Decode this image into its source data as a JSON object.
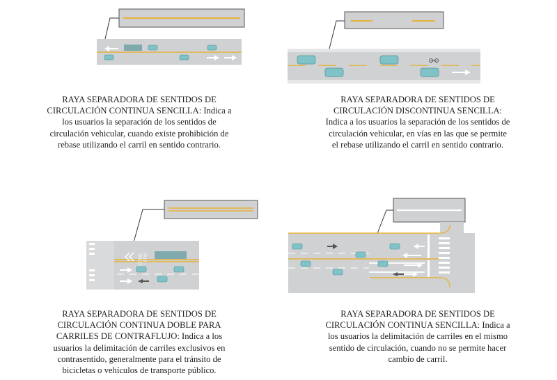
{
  "colors": {
    "road": "#cfd1d3",
    "road_dark": "#bfc2c4",
    "yellow_line": "#e7b33a",
    "white_line": "#ffffff",
    "car_body": "#7fc3c8",
    "bus_body": "#7fa9ac",
    "leader_line": "#333333",
    "text": "#222222"
  },
  "panels": [
    {
      "id": "continua-sencilla",
      "caption": [
        "RAYA SEPARADORA DE SENTIDOS DE",
        "CIRCULACIÓN CONTINUA SENCILLA: Indica a",
        "los usuarios la separación de los sentidos de",
        "circulación vehicular, cuando existe prohibición de",
        "rebase utilizando el carril en sentido contrario."
      ],
      "inset_marking": "single-solid-yellow"
    },
    {
      "id": "discontinua-sencilla",
      "caption": [
        "RAYA SEPARADORA DE SENTIDOS DE",
        "CIRCULACIÓN DISCONTINUA SENCILLA:",
        "Indica a los usuarios la separación de los sentidos de",
        "circulación vehicular, en vías en las que se permite",
        "el rebase utilizando el carril en sentido contrario."
      ],
      "inset_marking": "single-dashed-yellow"
    },
    {
      "id": "continua-doble",
      "caption": [
        "RAYA SEPARADORA DE SENTIDOS DE",
        "CIRCULACIÓN CONTINUA DOBLE PARA",
        "CARRILES DE CONTRAFLUJO: Indica a los",
        "usuarios la delimitación de carriles exclusivos en",
        "contrasentido, generalmente para el tránsito de",
        "bicicletas o vehículos de transporte público."
      ],
      "inset_marking": "double-solid-yellow",
      "road_text": [
        "BUS",
        "SOLO"
      ]
    },
    {
      "id": "continua-sencilla-carril",
      "caption": [
        "RAYA SEPARADORA DE SENTIDOS DE",
        "CIRCULACIÓN CONTINUA SENCILLA: Indica a",
        "los usuarios la delimitación de carriles en el mismo",
        "sentido de circulación, cuando no se permite hacer",
        "cambio de carril."
      ],
      "inset_marking": "single-solid-white"
    }
  ]
}
